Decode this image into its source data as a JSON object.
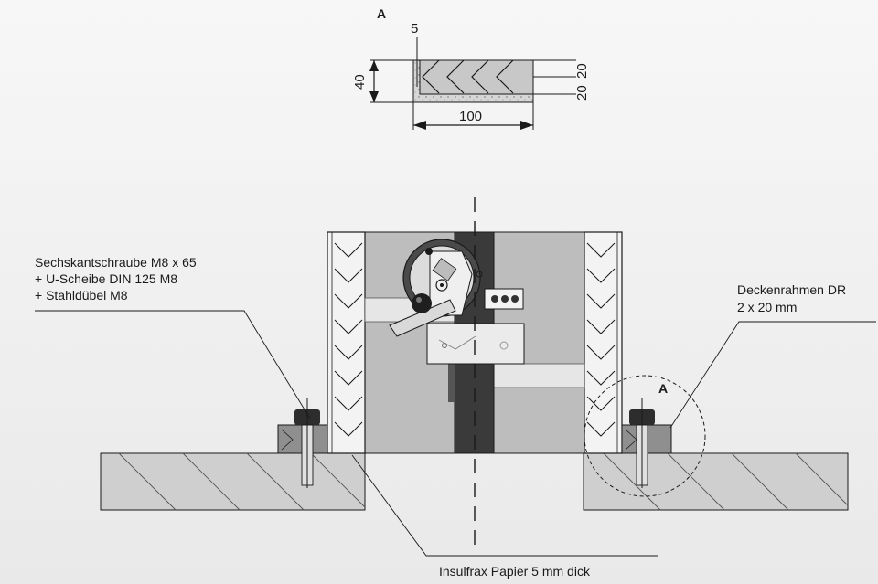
{
  "detail": {
    "marker": "A",
    "dim_top": "5",
    "dim_left": "40",
    "dim_bottom": "100",
    "dim_right_top": "20",
    "dim_right_bottom": "20"
  },
  "labels": {
    "screw_line1": "Sechskantschraube M8 x 65",
    "screw_line2": "+ U-Scheibe DIN 125 M8",
    "screw_line3": "+ Stahldübel M8",
    "frame_line1": "Deckenrahmen DR",
    "frame_line2": "2 x 20 mm",
    "paper": "Insulfrax Papier 5 mm dick",
    "circle_marker": "A"
  },
  "colors": {
    "background": "#f2f2f2",
    "slab": "#cfcfcf",
    "housing": "#bdbdbd",
    "blade": "#3a3a3a",
    "line": "#1a1a1a"
  }
}
